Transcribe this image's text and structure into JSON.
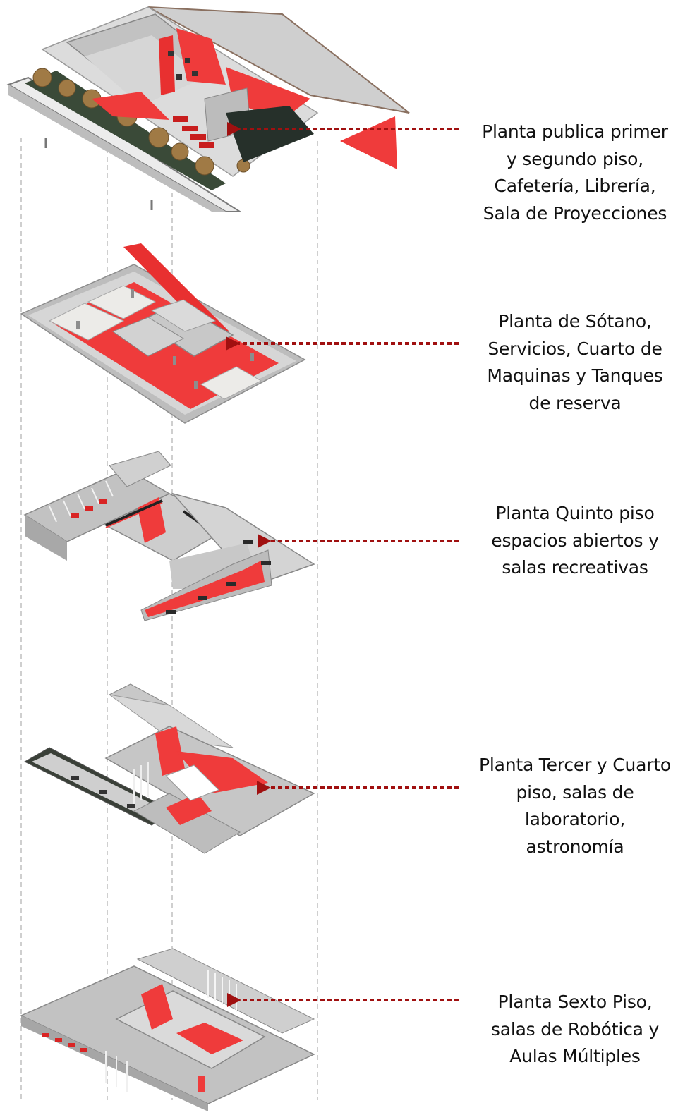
{
  "diagram": {
    "accent_color": "#ef3b3b",
    "arrow_color": "#a01010",
    "floors": [
      {
        "id": "public",
        "label_lines": [
          "Planta publica primer",
          "y segundo piso,",
          "Cafetería, Librería,",
          "Sala de Proyecciones"
        ]
      },
      {
        "id": "basement",
        "label_lines": [
          "Planta de Sótano,",
          "Servicios, Cuarto de",
          "Maquinas y Tanques",
          "de reserva"
        ]
      },
      {
        "id": "fifth",
        "label_lines": [
          "Planta Quinto piso",
          "espacios abiertos y",
          "salas recreativas"
        ]
      },
      {
        "id": "third-fourth",
        "label_lines": [
          "Planta Tercer y Cuarto",
          "piso, salas de",
          "laboratorio,",
          "astronomía"
        ]
      },
      {
        "id": "sixth",
        "label_lines": [
          "Planta Sexto Piso,",
          "salas de Robótica y",
          "Aulas Múltiples"
        ]
      }
    ]
  }
}
